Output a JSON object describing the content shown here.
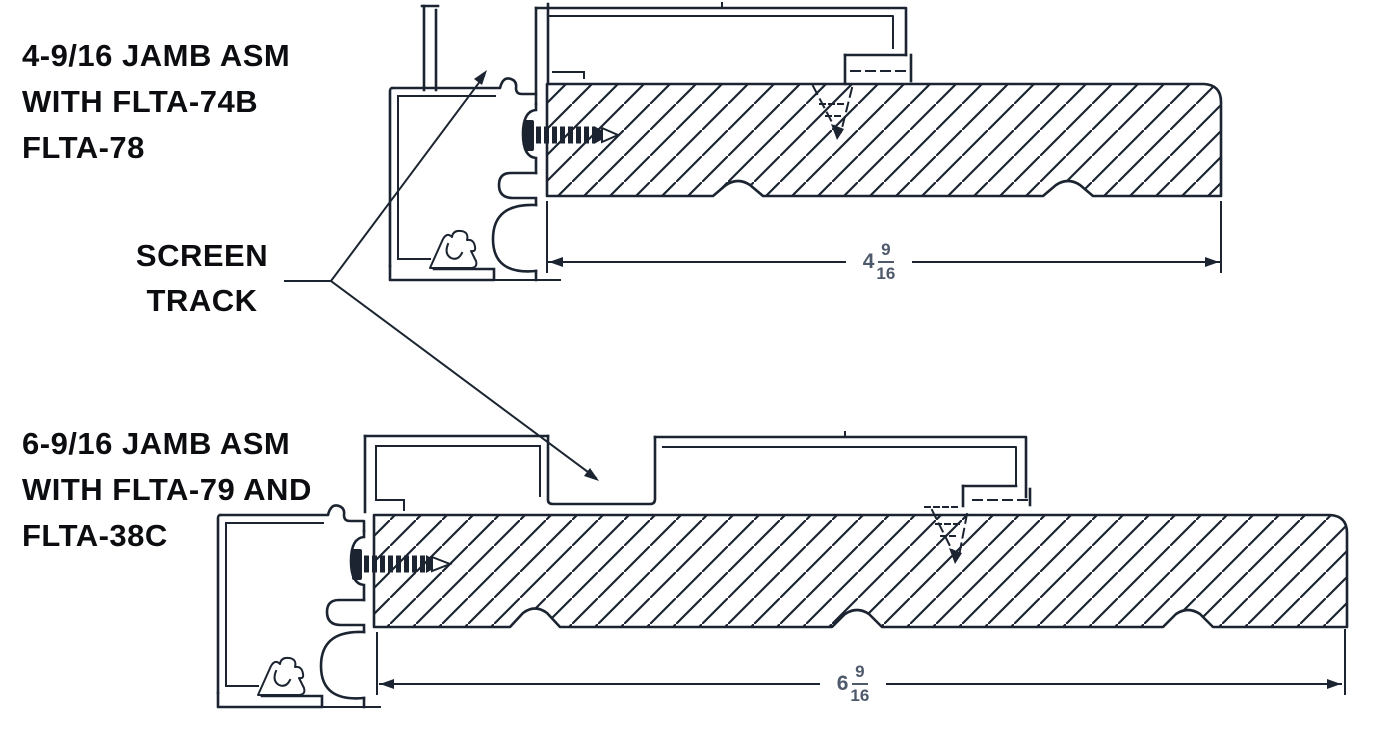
{
  "labels": {
    "assembly_top": {
      "line1": "4-9/16 JAMB ASM",
      "line2": "WITH FLTA-74B",
      "line3": "FLTA-78"
    },
    "screen_track": {
      "line1": "SCREEN",
      "line2": "TRACK"
    },
    "assembly_bottom": {
      "line1": "6-9/16 JAMB ASM",
      "line2": "WITH FLTA-79 AND",
      "line3": "FLTA-38C"
    }
  },
  "dimensions": {
    "top": {
      "whole": "4",
      "numerator": "9",
      "denominator": "16"
    },
    "bottom": {
      "whole": "6",
      "numerator": "9",
      "denominator": "16"
    }
  },
  "colors": {
    "line": "#1b2430",
    "text": "#0c0d10",
    "dim_text": "#4e5a6b",
    "background": "#ffffff"
  }
}
